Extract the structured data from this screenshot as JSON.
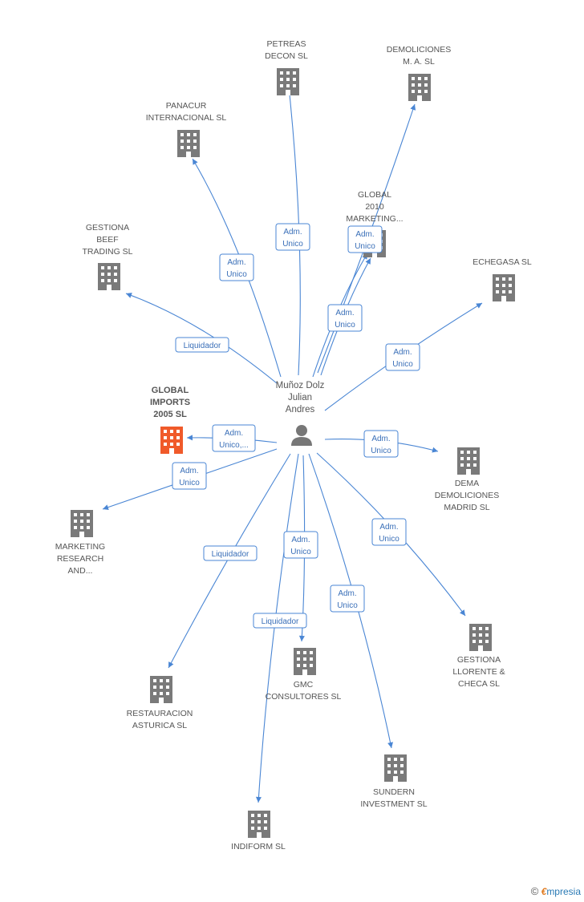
{
  "center": {
    "name_lines": [
      "Muñoz Dolz",
      "Julian",
      "Andres"
    ]
  },
  "colors": {
    "edge": "#4a86d4",
    "building": "#7a7a7a",
    "highlight": "#f05a2a"
  },
  "nodes": [
    {
      "id": "petreas",
      "lines": [
        "PETREAS",
        "DECON SL"
      ],
      "highlight": false
    },
    {
      "id": "demoliciones-ma",
      "lines": [
        "DEMOLICIONES",
        "M. A.  SL"
      ],
      "highlight": false
    },
    {
      "id": "panacur",
      "lines": [
        "PANACUR",
        "INTERNACIONAL SL"
      ],
      "highlight": false
    },
    {
      "id": "global-2010",
      "lines": [
        "GLOBAL",
        "2010",
        "MARKETING..."
      ],
      "highlight": false
    },
    {
      "id": "gestiona-beef",
      "lines": [
        "GESTIONA",
        "BEEF",
        "TRADING SL"
      ],
      "highlight": false
    },
    {
      "id": "echegasa",
      "lines": [
        "ECHEGASA SL"
      ],
      "highlight": false
    },
    {
      "id": "global-imports",
      "lines": [
        "GLOBAL",
        "IMPORTS",
        "2005 SL"
      ],
      "highlight": true
    },
    {
      "id": "dema",
      "lines": [
        "DEMA",
        "DEMOLICIONES",
        "MADRID SL"
      ],
      "highlight": false
    },
    {
      "id": "marketing-research",
      "lines": [
        "MARKETING",
        "RESEARCH",
        "AND..."
      ],
      "highlight": false
    },
    {
      "id": "gestiona-llorente",
      "lines": [
        "GESTIONA",
        "LLORENTE &",
        "CHECA SL"
      ],
      "highlight": false
    },
    {
      "id": "gmc",
      "lines": [
        "GMC",
        "CONSULTORES SL"
      ],
      "highlight": false
    },
    {
      "id": "restauracion",
      "lines": [
        "RESTAURACION",
        "ASTURICA SL"
      ],
      "highlight": false
    },
    {
      "id": "sundern",
      "lines": [
        "SUNDERN",
        "INVESTMENT SL"
      ],
      "highlight": false
    },
    {
      "id": "indiform",
      "lines": [
        "INDIFORM SL"
      ],
      "highlight": false
    }
  ],
  "edges": [
    {
      "to": "petreas",
      "label": [
        "Adm.",
        "Unico"
      ]
    },
    {
      "to": "demoliciones-ma",
      "label": []
    },
    {
      "to": "panacur",
      "label": [
        "Adm.",
        "Unico"
      ]
    },
    {
      "to": "global-2010",
      "label": [
        "Adm.",
        "Unico"
      ]
    },
    {
      "to": "global-2010-b",
      "label": [
        "Adm.",
        "Unico"
      ]
    },
    {
      "to": "gestiona-beef",
      "label": [
        "Liquidador"
      ]
    },
    {
      "to": "echegasa",
      "label": [
        "Adm.",
        "Unico"
      ]
    },
    {
      "to": "global-imports",
      "label": [
        "Adm.",
        "Unico,..."
      ]
    },
    {
      "to": "dema",
      "label": [
        "Adm.",
        "Unico"
      ]
    },
    {
      "to": "marketing-research",
      "label": [
        "Adm.",
        "Unico"
      ]
    },
    {
      "to": "gestiona-llorente",
      "label": [
        "Adm.",
        "Unico"
      ]
    },
    {
      "to": "gmc",
      "label": [
        "Adm.",
        "Unico"
      ]
    },
    {
      "to": "restauracion",
      "label": [
        "Liquidador"
      ]
    },
    {
      "to": "sundern",
      "label": [
        "Adm.",
        "Unico"
      ]
    },
    {
      "to": "indiform",
      "label": [
        "Liquidador"
      ]
    }
  ],
  "footer": {
    "copyright": "©",
    "brand_first": "€",
    "brand_rest": "mpresia"
  }
}
